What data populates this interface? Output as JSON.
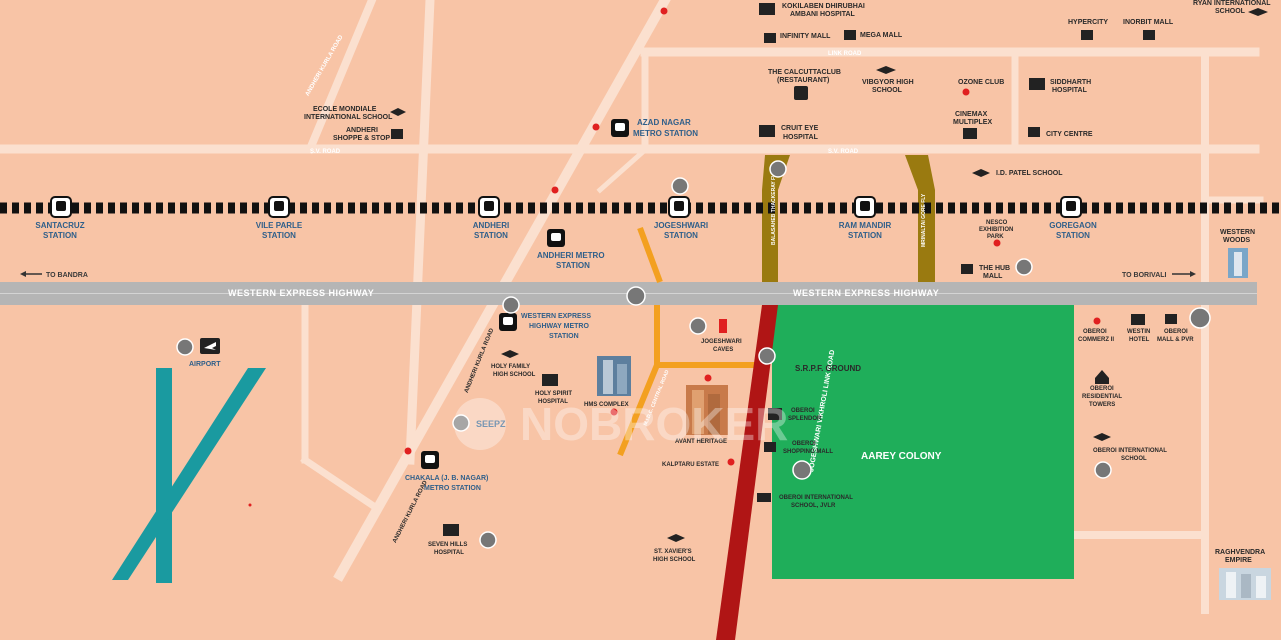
{
  "colors": {
    "background": "#f8c4a6",
    "road": "#fbe0cf",
    "railway": "#111111",
    "highway": "#b5b5b5",
    "link_road": "#b01515",
    "park": "#1fae5a",
    "airport_runway": "#1a9aa0",
    "metro_orange": "#f3a020",
    "olive_road": "#9a7a10",
    "metro_dot": "#e02020"
  },
  "highways": {
    "western_express_left": "WESTERN EXPRESS HIGHWAY",
    "western_express_right": "WESTERN EXPRESS HIGHWAY",
    "to_bandra": "TO BANDRA",
    "to_borivali": "TO BORIVALI"
  },
  "roads": {
    "jogeshwari_vikhroli": "JOGESHWARI VIKHROLI LINK ROAD",
    "andheri_kurla_upper": "ANDHERI KURLA ROAD",
    "andheri_kurla_lower": "ANDHERI KURLA ROAD",
    "s_v_road_left": "S.V. ROAD",
    "s_v_road_mid": "S.V. ROAD",
    "link_road_top": "LINK ROAD",
    "balasaheb_flyover": "BALASAHEB THACKERAY FLY",
    "mrinaltai_flyover": "MRINALTAI GORE FLY",
    "mahakali_road": "M.I.D.C. CENTRAL ROAD"
  },
  "stations": [
    {
      "name": "SANTACRUZ",
      "sub": "STATION"
    },
    {
      "name": "VILE PARLE",
      "sub": "STATION"
    },
    {
      "name": "ANDHERI",
      "sub": "STATION"
    },
    {
      "name": "JOGESHWARI",
      "sub": "STATION"
    },
    {
      "name": "RAM MANDIR",
      "sub": "STATION"
    },
    {
      "name": "GOREGAON",
      "sub": "STATION"
    }
  ],
  "metro": {
    "azad_nagar": {
      "name": "AZAD NAGAR",
      "sub": "METRO STATION"
    },
    "andheri": {
      "name": "ANDHERI METRO",
      "sub": "STATION"
    },
    "weh": {
      "name": "WESTERN EXPRESS",
      "sub": "HIGHWAY METRO",
      "sub2": "STATION"
    },
    "chakala": {
      "name": "CHAKALA (J. B. NAGAR)",
      "sub": "METRO STATION"
    }
  },
  "places": {
    "kokilaben": {
      "l1": "KOKILABEN DHIRUBHAI",
      "l2": "AMBANI HOSPITAL"
    },
    "infiniti_mall": "INFINITY MALL",
    "mega_mall": "MEGA MALL",
    "hypercity": "HYPERCITY",
    "inorbit_mall": "INORBIT MALL",
    "ryan": {
      "l1": "RYAN INTERNATIONAL",
      "l2": "SCHOOL"
    },
    "calcutta_club": {
      "l1": "THE CALCUTTACLUB",
      "l2": "(RESTAURANT)"
    },
    "vibgyor": {
      "l1": "VIBGYOR HIGH",
      "l2": "SCHOOL"
    },
    "ozone_club": "OZONE CLUB",
    "siddharth": {
      "l1": "SIDDHARTH",
      "l2": "HOSPITAL"
    },
    "cinemax": {
      "l1": "CINEMAX",
      "l2": "MULTIPLEX"
    },
    "city_centre": "CITY CENTRE",
    "ecole": {
      "l1": "ECOLE MONDIALE",
      "l2": "INTERNATIONAL SCHOOL"
    },
    "andheri_shoppe": {
      "l1": "ANDHERI",
      "l2": "SHOPPE & STOP"
    },
    "cruz_eye": {
      "l1": "CRUIT EYE",
      "l2": "HOSPITAL"
    },
    "patel_school": "I.D. PATEL SCHOOL",
    "nesco": {
      "l1": "NESCO",
      "l2": "EXHIBITION",
      "l3": "PARK"
    },
    "hub_mall": {
      "l1": "THE HUB",
      "l2": "MALL"
    },
    "western_woods": {
      "l1": "WESTERN",
      "l2": "WOODS"
    },
    "holy_family": {
      "l1": "HOLY FAMILY",
      "l2": "HIGH SCHOOL"
    },
    "holy_spirit": {
      "l1": "HOLY SPIRIT",
      "l2": "HOSPITAL"
    },
    "hms_complex": "HMS COMPLEX",
    "jogeshwari_caves": {
      "l1": "JOGESHWARI",
      "l2": "CAVES"
    },
    "srpf_ground": "S.R.P.F. GROUND",
    "oberoi_splendor": {
      "l1": "OBEROI",
      "l2": "SPLENDOR"
    },
    "oberoi_shopping": {
      "l1": "OBEROI",
      "l2": "SHOPPING MALL"
    },
    "avant_heritage": "AVANT HERITAGE",
    "kalptaru_estate": "KALPTARU ESTATE",
    "oberoi_intl_jvlr": {
      "l1": "OBEROI INTERNATIONAL",
      "l2": "SCHOOL, JVLR"
    },
    "aarey_colony": "AAREY COLONY",
    "oberoi_commerz": {
      "l1": "OBEROI",
      "l2": "COMMERZ II"
    },
    "westin": {
      "l1": "WESTIN",
      "l2": "HOTEL"
    },
    "oberoi_mall_pvr": {
      "l1": "OBEROI",
      "l2": "MALL & PVR"
    },
    "oberoi_residential": {
      "l1": "OBEROI",
      "l2": "RESIDENTIAL",
      "l3": "TOWERS"
    },
    "oberoi_intl_school": {
      "l1": "OBEROI INTERNATIONAL",
      "l2": "SCHOOL"
    },
    "seepz": "SEEPZ",
    "airport": "AIRPORT",
    "seven_hills": {
      "l1": "SEVEN HILLS",
      "l2": "HOSPITAL"
    },
    "st_xaviers": {
      "l1": "ST. XAVIER'S",
      "l2": "HIGH SCHOOL"
    },
    "raghvendra": {
      "l1": "RAGHVENDRA",
      "l2": "EMPIRE"
    }
  },
  "watermark": "NOBROKER",
  "icons": [
    "train-station-icon",
    "metro-station-icon",
    "school-cap-icon",
    "hospital-icon",
    "shopping-cart-icon",
    "restaurant-icon",
    "cinema-icon",
    "airplane-icon",
    "building-photo",
    "marker-badge"
  ]
}
